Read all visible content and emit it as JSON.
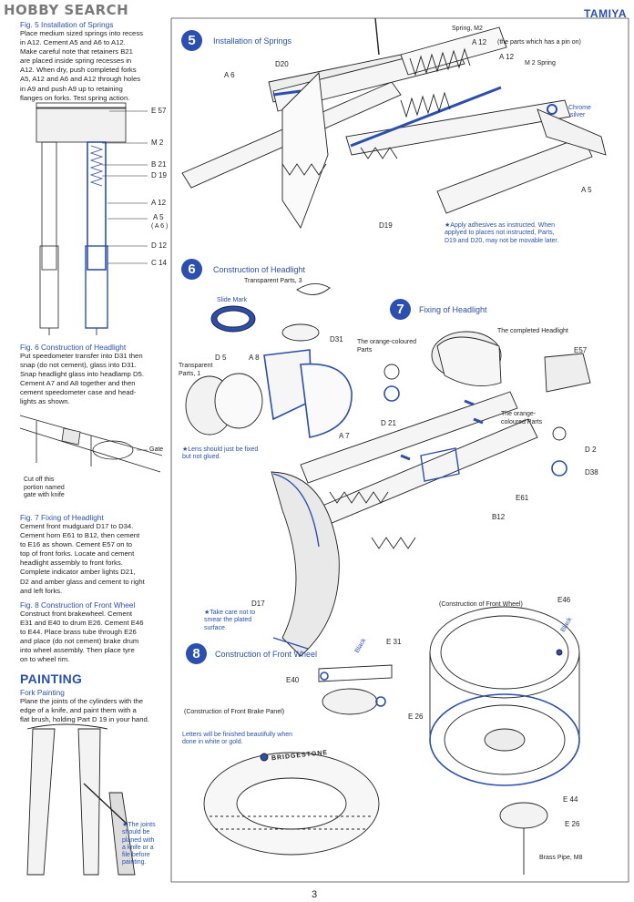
{
  "watermark": "HOBBY SEARCH",
  "brand": "TAMIYA",
  "page_number": "3",
  "colors": {
    "accent": "#2a4fb0",
    "ink": "#222222"
  },
  "fig5": {
    "title": "Fig. 5  Installation of Springs",
    "body": [
      "Place medium sized springs into recess",
      "in A12.  Cement A5 and A6 to A12.",
      "Make careful note that retainers B21",
      "are placed inside spring recesses in",
      "A12.  When dry, push completed forks",
      "A5, A12 and A6 and A12 through holes",
      "in A9 and push A9 up to retaining",
      "flanges on forks.  Test spring action."
    ],
    "labels": [
      "E 57",
      "M 2",
      "B 21",
      "D 19",
      "A 12",
      "A 5",
      "( A 6 )",
      "D 12",
      "C 14"
    ]
  },
  "fig6": {
    "title": "Fig. 6  Construction of Headlight",
    "body": [
      "Put speedometer transfer into D31 then",
      "snap (do not cement), glass into D31.",
      "Snap headlight glass into headlamp D5.",
      "Cement A7 and A8 together and then",
      "cement speedometer case and head-",
      "lights as shown."
    ],
    "gate_label": "Gate",
    "cut_note": [
      "Cut off this",
      "portion named",
      "gate with knife"
    ]
  },
  "fig7": {
    "title": "Fig. 7  Fixing of Headlight",
    "body": [
      "Cement front mudguard D17 to D34.",
      "Cement horn E61 to B12, then cement",
      "to E16 as shown.  Cement E57 on to",
      "top of front forks.  Locate and cement",
      "headlight assembly to front forks.",
      "Complete indicator amber lights D21,",
      "D2 and amber glass and cement to right",
      "and left forks."
    ]
  },
  "fig8": {
    "title": "Fig. 8  Construction of Front Wheel",
    "body": [
      "Construct front brakewheel.  Cement",
      "E31 and E40 to drum E26.  Cement E46",
      "to E44.  Place brass tube through E26",
      "and place (do not cement) brake drum",
      "into wheel assembly.  Then place tyre",
      "on to wheel rim."
    ]
  },
  "painting": {
    "title": "PAINTING",
    "subtitle": "Fork Painting",
    "body": [
      "Plane the joints of the cylinders with the",
      "edge of a knife, and paint them with a",
      "flat brush, holding Part D 19 in your hand."
    ],
    "note": [
      "★The joints",
      "should be",
      "planed with",
      "a knife or a",
      "file before",
      "painting."
    ]
  },
  "step5": {
    "num": "5",
    "title": "Installation of Springs",
    "labels": {
      "spring": "Spring, M2",
      "a12_top": "A 12",
      "a12_note": "(the parts which has a pin on)",
      "a12_mid": "A 12",
      "m2": "M 2 Spring",
      "d20": "D20",
      "a6": "A 6",
      "chrome": "Chrome",
      "silver": "silver",
      "a5": "A 5",
      "d19": "D19"
    },
    "note": [
      "★Apply adhesives as instructed.  When",
      "applyed to places not instructed, Parts,",
      "D19 and D20, may not be movable later."
    ]
  },
  "step6": {
    "num": "6",
    "title": "Construction of Headlight",
    "labels": {
      "transparent3": "Transparent Parts, 3",
      "slide_mark": "Slide Mark",
      "d31": "D31",
      "transparent1": [
        "Transparent",
        "Parts, 1"
      ],
      "d5": "D 5",
      "a8": "A 8",
      "a7": "A 7"
    },
    "note": [
      "★Lens should just be fixed",
      "but not glued."
    ]
  },
  "step7": {
    "num": "7",
    "title": "Fixing of Headlight",
    "labels": {
      "completed": "The completed Headlight",
      "orange1": [
        "The orange-coloured",
        "Parts"
      ],
      "e57": "E57",
      "orange2": [
        "The orange-",
        "coloured Parts"
      ],
      "d21": "D 21",
      "d2": "D 2",
      "d38": "D38",
      "e61": "E61",
      "b12": "B12",
      "d17": "D17"
    },
    "note": [
      "★Take care not to",
      "smear the plated",
      "surface."
    ]
  },
  "step8": {
    "num": "8",
    "title": "Construction of Front Wheel",
    "labels": {
      "wheel_caption": "(Construction of Front Wheel)",
      "e46": "E46",
      "black1": "Black",
      "black2": "Black",
      "e31": "E 31",
      "e40": "E40",
      "brake_caption": "(Construction of Front Brake Panel)",
      "e26a": "E 26",
      "e44": "E 44",
      "e26b": "E 26",
      "brass": "Brass Pipe, M8",
      "tyre_brand": "BRIDGESTONE"
    },
    "note": [
      "Letters will be finished beautifully when",
      "done in white or gold."
    ]
  }
}
